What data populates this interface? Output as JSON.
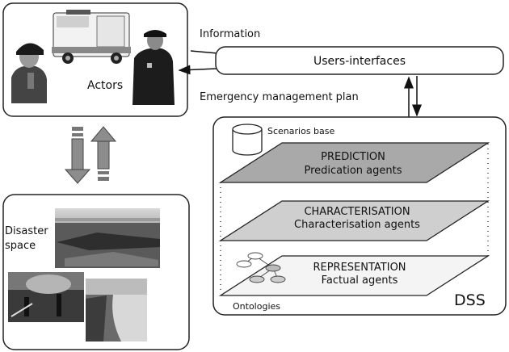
{
  "actors": {
    "label": "Actors"
  },
  "flows": {
    "information": "Information",
    "emergency_plan": "Emergency management plan"
  },
  "users_interfaces": {
    "label": "Users-interfaces"
  },
  "disaster": {
    "line1": "Disaster",
    "line2": "space"
  },
  "dss": {
    "label": "DSS",
    "scenarios_base": "Scenarios base",
    "ontologies": "Ontologies",
    "layers": [
      {
        "title": "PREDICTION",
        "subtitle": "Predication agents",
        "fill": "#a9a9a9"
      },
      {
        "title": "CHARACTERISATION",
        "subtitle": "Characterisation agents",
        "fill": "#cfcfcf"
      },
      {
        "title": "REPRESENTATION",
        "subtitle": "Factual agents",
        "fill": "#f4f4f4"
      }
    ]
  }
}
